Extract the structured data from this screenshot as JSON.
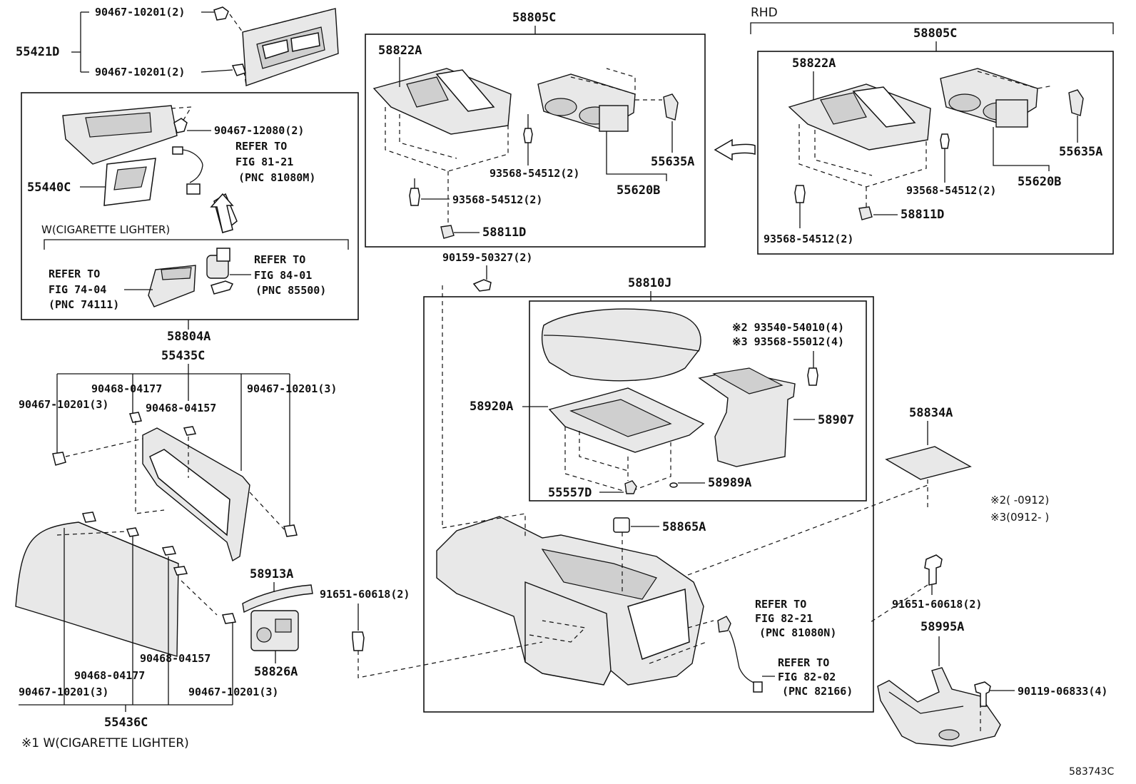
{
  "labels": {
    "p55421D": "55421D",
    "c90467_10201_a": "90467-10201(2)",
    "c90467_10201_b": "90467-10201(2)",
    "c90467_12080": "90467-12080(2)",
    "refer_81_21_l1": "REFER TO",
    "refer_81_21_l2": "FIG 81-21",
    "refer_81_21_l3": "(PNC 81080M)",
    "p55440C": "55440C",
    "w_cig": "W(CIGARETTE LIGHTER)",
    "refer_74_l1": "REFER TO",
    "refer_74_l2": "FIG 74-04",
    "refer_74_l3": "(PNC 74111)",
    "refer_84_l1": "REFER TO",
    "refer_84_l2": "FIG 84-01",
    "refer_84_l3": "(PNC 85500)",
    "p58804A": "58804A",
    "p55435C": "55435C",
    "c90468_04177_top": "90468-04177",
    "c90467_10201_3_l": "90467-10201(3)",
    "c90468_04157_top": "90468-04157",
    "c90467_10201_3_r": "90467-10201(3)",
    "p58913A": "58913A",
    "p58826A": "58826A",
    "c90468_04157_bot": "90468-04157",
    "c90468_04177_bot": "90468-04177",
    "c90467_10201_3_bl": "90467-10201(3)",
    "c90467_10201_3_br": "90467-10201(3)",
    "p55436C": "55436C",
    "note1": "※1 W(CIGARETTE LIGHTER)",
    "p58805C_l": "58805C",
    "p58822A_l": "58822A",
    "c93568_54512_a": "93568-54512(2)",
    "c93568_54512_b": "93568-54512(2)",
    "p55635A_l": "55635A",
    "p55620B_l": "55620B",
    "p58811D_l": "58811D",
    "rhd": "RHD",
    "p58805C_r": "58805C",
    "p58822A_r": "58822A",
    "c93568_54512_c": "93568-54512(2)",
    "p55635A_r": "55635A",
    "p55620B_r": "55620B",
    "p58811D_r": "58811D",
    "c93568_54512_d": "93568-54512(2)",
    "c90159_50327": "90159-50327(2)",
    "p58810J": "58810J",
    "c93540_54010": "※2 93540-54010(4)",
    "c93568_55012": "※3 93568-55012(4)",
    "p58920A": "58920A",
    "p58907": "58907",
    "p55557D": "55557D",
    "p58989A": "58989A",
    "p58834A": "58834A",
    "note2": "※2(    -0912)",
    "note3": "※3(0912-    )",
    "p58865A": "58865A",
    "c91651_60618_l": "91651-60618(2)",
    "refer_82_21_l1": "REFER TO",
    "refer_82_21_l2": "FIG 82-21",
    "refer_82_21_l3": "(PNC 81080N)",
    "refer_82_02_l1": "REFER TO",
    "refer_82_02_l2": "FIG 82-02",
    "refer_82_02_l3": "(PNC 82166)",
    "c91651_60618_r": "91651-60618(2)",
    "p58995A": "58995A",
    "c90119_06833": "90119-06833(4)",
    "drawing_no": "583743C"
  }
}
